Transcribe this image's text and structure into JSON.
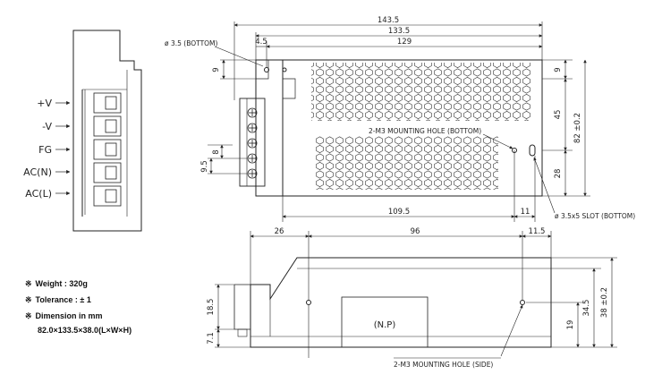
{
  "terminal_block": {
    "labels": [
      "+V",
      "-V",
      "FG",
      "AC(N)",
      "AC(L)"
    ]
  },
  "top_view": {
    "overall_width": "143.5",
    "mid_width": "133.5",
    "inner_width": "129",
    "hole_offset": "4.5",
    "hole_label": "ø 3.5 (BOTTOM)",
    "edge_top_left": "9",
    "edge_top_right": "9",
    "height_upper": "45",
    "height_lower": "28",
    "total_height": "82 ±0.2",
    "term_pitch": "8",
    "term_offset": "9.5",
    "hole_spacing": "109.5",
    "slot_offset": "11",
    "mounting_hole_label": "2-M3 MOUNTING HOLE (BOTTOM)",
    "slot_label": "ø 3.5x5 SLOT (BOTTOM)"
  },
  "side_view": {
    "left_offset": "26",
    "hole_spacing": "96",
    "right_offset": "11.5",
    "term_height": "18.5",
    "base_height": "7.1",
    "inner_height": "34.5",
    "total_height": "38 ±0.2",
    "hole_height": "19",
    "np_label": "(N.P)",
    "mounting_hole_label": "2-M3 MOUNTING HOLE (SIDE)"
  },
  "specs": {
    "marker": "※",
    "weight": "Weight : 320g",
    "tolerance": "Tolerance : ± 1",
    "dimension": "Dimension in mm",
    "size": "82.0×133.5×38.0(L×W×H)"
  }
}
